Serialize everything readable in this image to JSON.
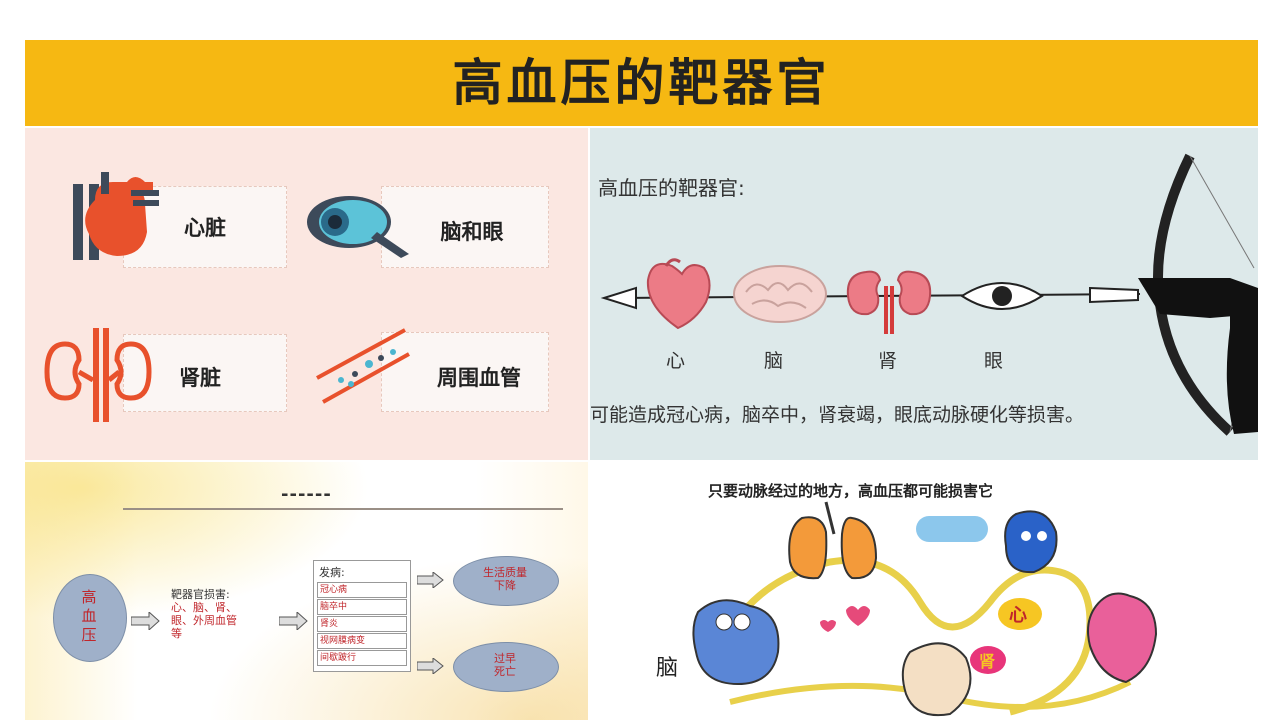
{
  "title": "高血压的靶器官",
  "organs": {
    "heart": "心脏",
    "brain_eye": "脑和眼",
    "kidney": "肾脏",
    "vessels": "周围血管"
  },
  "arrow_panel": {
    "heading": "高血压的靶器官:",
    "labels": [
      "心",
      "脑",
      "肾",
      "眼"
    ],
    "caption": "可能造成冠心病，脑卒中，肾衰竭，眼底动脉硬化等损害。"
  },
  "flow_panel": {
    "dashes": "------",
    "center": "高\n血\n压",
    "target_text_line1": "靶器官损害:",
    "target_text_line2": "心、脑、肾、",
    "target_text_line3": "眼、外周血管",
    "target_text_line4": "等",
    "disease_title": "发病:",
    "diseases": [
      "冠心病",
      "脑卒中",
      "肾炎",
      "视网膜病变",
      "间歇跛行"
    ],
    "outcome1_line1": "生活质量",
    "outcome1_line2": "下降",
    "outcome2_line1": "过早",
    "outcome2_line2": "死亡"
  },
  "cartoon_panel": {
    "caption": "只要动脉经过的地方，高血压都可能损害它",
    "brain_label": "脑",
    "heart_label": "心",
    "kidney_label": "肾"
  }
}
